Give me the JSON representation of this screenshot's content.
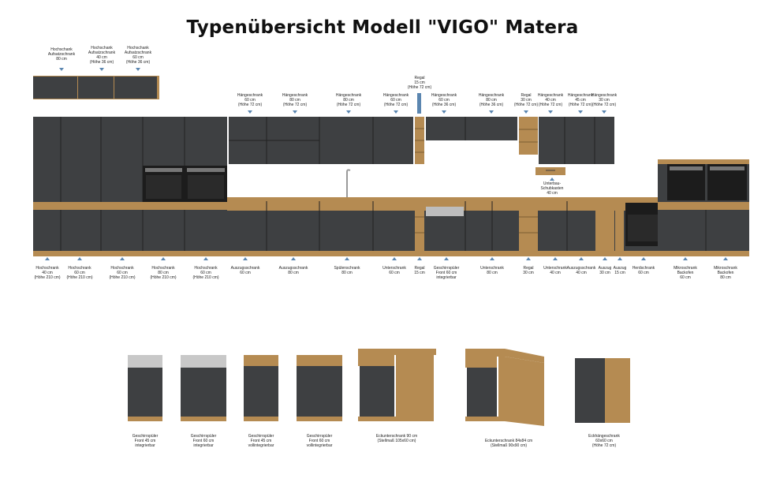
{
  "title": "Typenübersicht Modell \"VIGO\" Matera",
  "colors": {
    "anthracite": "#3e4042",
    "oak": "#b58b52",
    "arrow": "#5b86b0"
  },
  "top_labels": [
    "Hochschank\nAufsatzschrank\n80 cm",
    "Hochschank\nAufsatzschrank\n40 cm\n(Höhe 36 cm)",
    "Hochschank\nAufsatzschrank\n60 cm\n(Höhe 36 cm)",
    "Hängeschrank\n60 cm\n(Höhe 72 cm)",
    "Hängeschrank\n80 cm\n(Höhe 72 cm)",
    "Hängeschrank\n80 cm\n(Höhe 72 cm)",
    "Hängeschrank\n60 cm\n(Höhe 72 cm)",
    "Regal\n15 cm\n(Höhe 72 cm)",
    "Hängeschrank\n60 cm\n(Höhe 36 cm)",
    "Hängeschrank\n80 cm\n(Höhe 36 cm)",
    "Regal\n30 cm\n(Höhe 72 cm)",
    "Hängeschrank\n40 cm\n(Höhe 72 cm)",
    "Hängeschrank\n45 cm\n(Höhe 72 cm)",
    "Hängeschrank\n30 cm\n(Höhe 72 cm)"
  ],
  "drawer_label": "Unterbau-\nSchubkasten\n40 cm",
  "bottom_labels": [
    "Hochschrank\n40 cm\n(Höhe 210 cm)",
    "Hochschrank\n60 cm\n(Höhe 210 cm)",
    "Hochschrank\n60 cm\n(Höhe 210 cm)",
    "Hochschrank\n80 cm\n(Höhe 210 cm)",
    "Hochschrank\n60 cm\n(Höhe 210 cm)",
    "Auszugsschrank\n60 cm",
    "Auszugsschrank\n80 cm",
    "Spülenschrank\n80 cm",
    "Unterschrank\n60 cm",
    "Regal\n15 cm",
    "Geschirrspüler\nFront 60 cm\nintegrierbar",
    "Unterschrank\n80 cm",
    "Regal\n30 cm",
    "Unterschrank\n40 cm",
    "Auszugsschrank\n40 cm",
    "Auszug\n30 cm",
    "Auszug\n15 cm",
    "Herdschrank\n60 cm",
    "Mikroschrank\nBackofen\n60 cm",
    "Mikroschrank\nBackofen\n80 cm"
  ],
  "extra_labels": [
    "Geschirrspüler\nFront 45 cm\nintegrierbar",
    "Geschirrspüler\nFront 60 cm\nintegrierbar",
    "Geschirrspüler\nFront 45 cm\nvollintegrierbar",
    "Geschirrspüler\nFront 60 cm\nvollintegrierbar",
    "Eckunterschrank 90 cm\n(Stellmaß 105x60 cm)",
    "Eckunterschrank 84x84 cm\n(Stellmaß 90x90 cm)",
    "Eckhängeschrank\n60x60 cm\n(Höhe 72 cm)"
  ]
}
